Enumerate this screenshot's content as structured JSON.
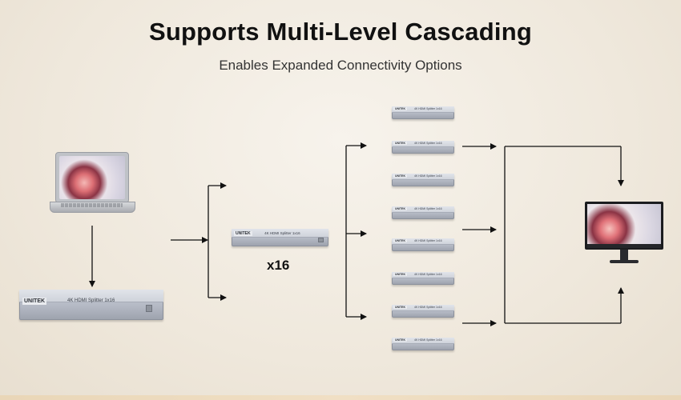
{
  "header": {
    "title": "Supports Multi-Level Cascading",
    "subtitle": "Enables Expanded Connectivity Options"
  },
  "devices": {
    "main_splitter": {
      "brand": "UNITEK",
      "model": "4K HDMI Splitter 1x16"
    },
    "cascade_splitter": {
      "brand": "UNITEK",
      "model": "4K HDMI Splitter 1x16"
    },
    "output_splitter": {
      "brand": "UNITEK",
      "model": "4K HDMI Splitter 1x16"
    }
  },
  "cascade": {
    "multiplier": "x16",
    "output_splitter_count": 8
  },
  "colors": {
    "arrow": "#111111",
    "background": "#f2ece2",
    "accent_band": "#ecd9bb"
  },
  "icons": {
    "source": "laptop-icon",
    "display": "monitor-icon"
  }
}
